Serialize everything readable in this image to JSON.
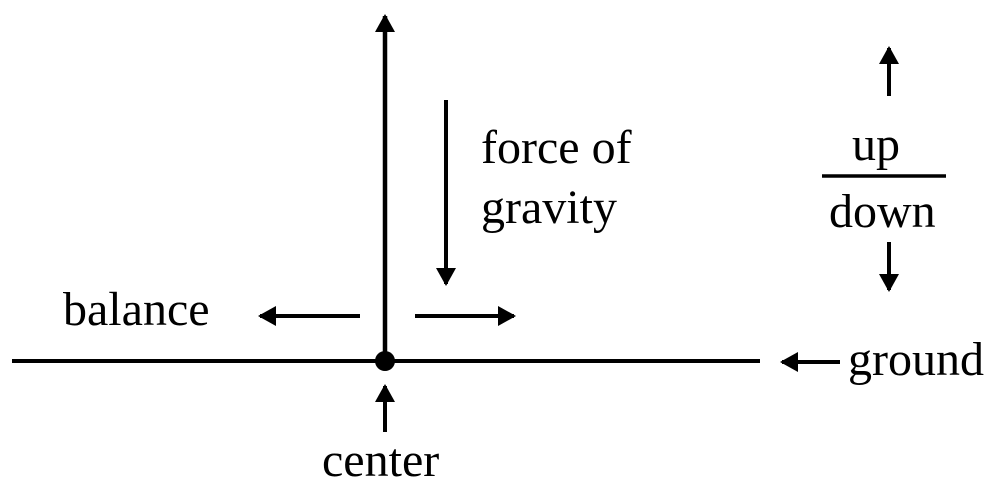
{
  "labels": {
    "force": "force of",
    "gravity": "gravity",
    "up": "up",
    "down": "down",
    "balance": "balance",
    "ground": "ground",
    "center": "center"
  },
  "colors": {
    "ink": "#000000",
    "background": "#ffffff"
  }
}
